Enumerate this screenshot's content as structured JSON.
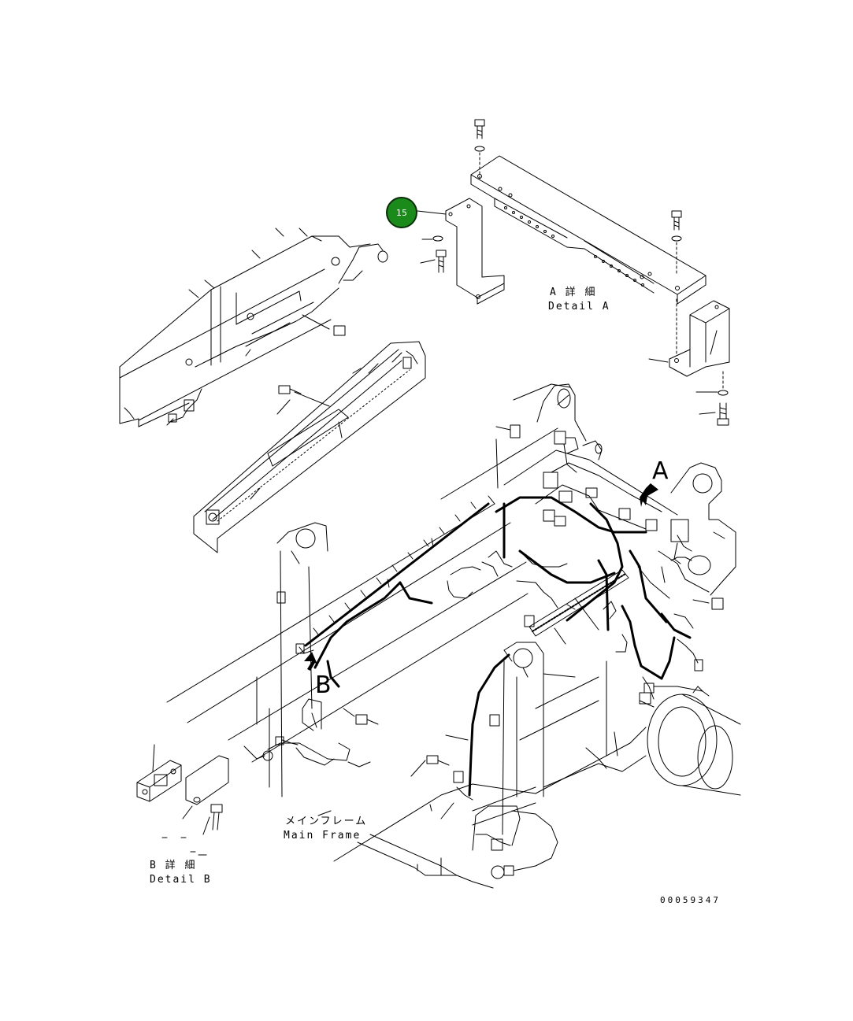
{
  "callout": {
    "number": "15",
    "color": "#1a8a1a"
  },
  "labels": {
    "detail_a_jp": "A 詳 細",
    "detail_a_en": "Detail A",
    "detail_b_jp": "B 詳 細",
    "detail_b_en": "Detail B",
    "main_frame_jp": "メインフレーム",
    "main_frame_en": "Main Frame",
    "view_a": "A",
    "view_b": "B",
    "drawing_number": "00059347"
  }
}
